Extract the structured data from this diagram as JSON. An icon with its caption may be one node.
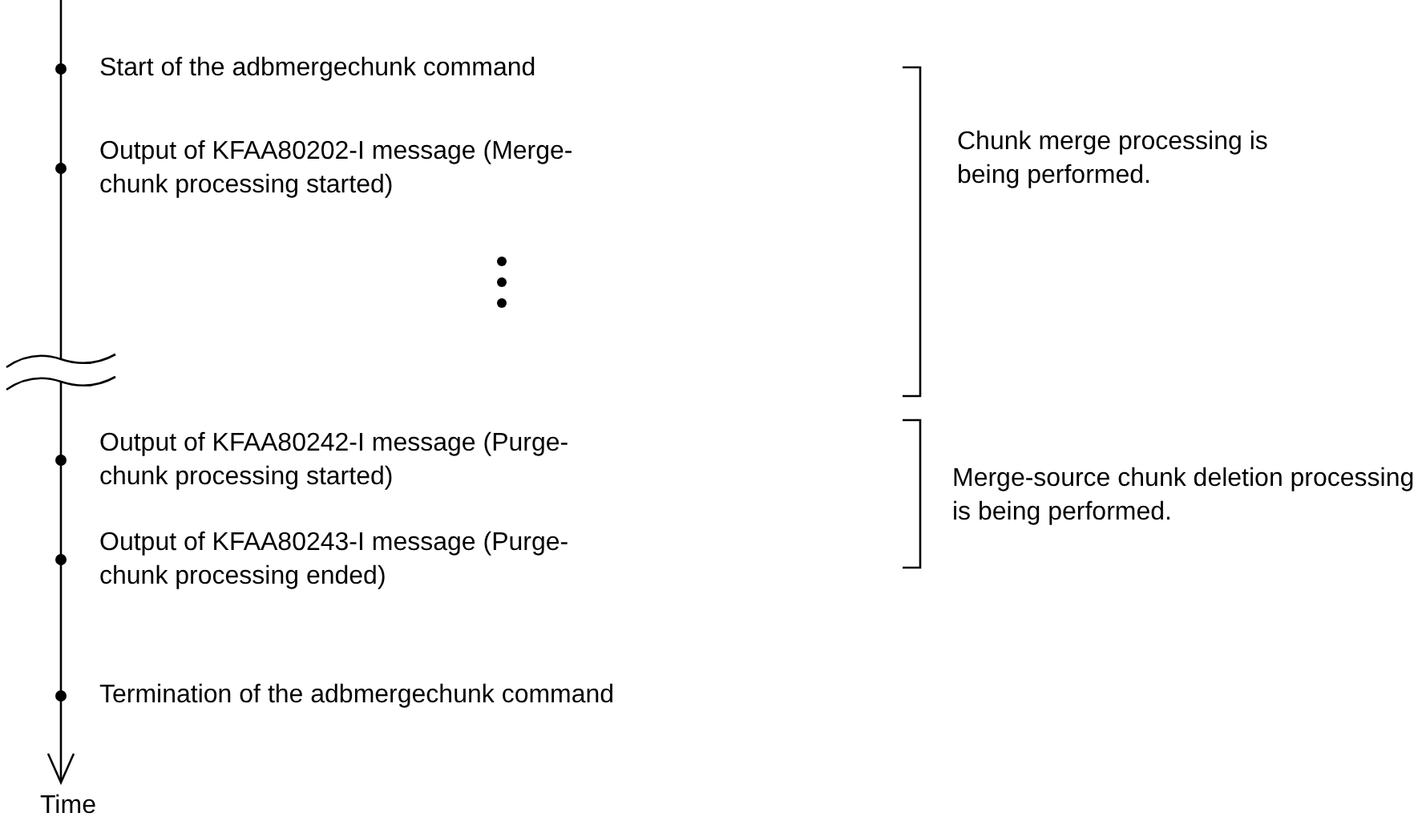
{
  "diagram": {
    "labels": [
      "Start of the adbmergechunk command",
      "Output of KFAA80202-I message (Merge-chunk processing started)",
      "Output of KFAA80242-I message (Purge-chunk processing started)",
      "Output of KFAA80243-I message (Purge-chunk processing ended)",
      "Termination of the adbmergechunk command",
      "Time",
      "Chunk merge processing is being performed.",
      "Merge-source chunk deletion processing is being performed."
    ]
  }
}
